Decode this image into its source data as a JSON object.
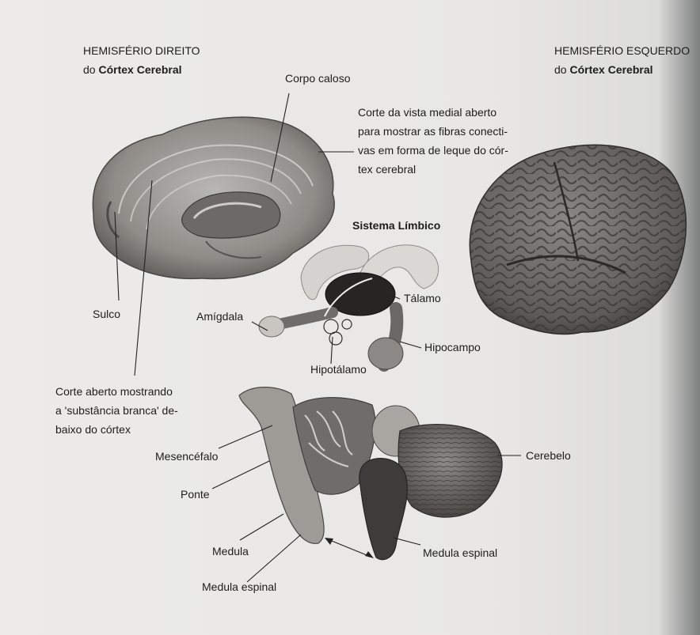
{
  "headers": {
    "right_line1": "HEMISFÉRIO DIREITO",
    "right_prefix": "do",
    "right_bold": "Córtex Cerebral",
    "left_line1": "HEMISFÉRIO ESQUERDO",
    "left_prefix": "do",
    "left_bold": "Córtex Cerebral"
  },
  "labels": {
    "corpo_caloso": "Corpo caloso",
    "corte_medial": [
      "Corte da vista medial aberto",
      "para mostrar as fibras conecti-",
      "vas em forma de leque do cór-",
      "tex cerebral"
    ],
    "sistema_limbico": "Sistema Límbico",
    "talamo": "Tálamo",
    "amigdala": "Amígdala",
    "hipocampo": "Hipocampo",
    "hipotalamo": "Hipotálamo",
    "sulco": "Sulco",
    "corte_aberto": [
      "Corte aberto mostrando",
      "a 'substância branca' de-",
      "baixo do córtex"
    ],
    "mesencefalo": "Mesencéfalo",
    "ponte": "Ponte",
    "cerebelo": "Cerebelo",
    "medula": "Medula",
    "medula_espinal_right": "Medula espinal",
    "medula_espinal_bottom": "Medula espinal"
  }
}
